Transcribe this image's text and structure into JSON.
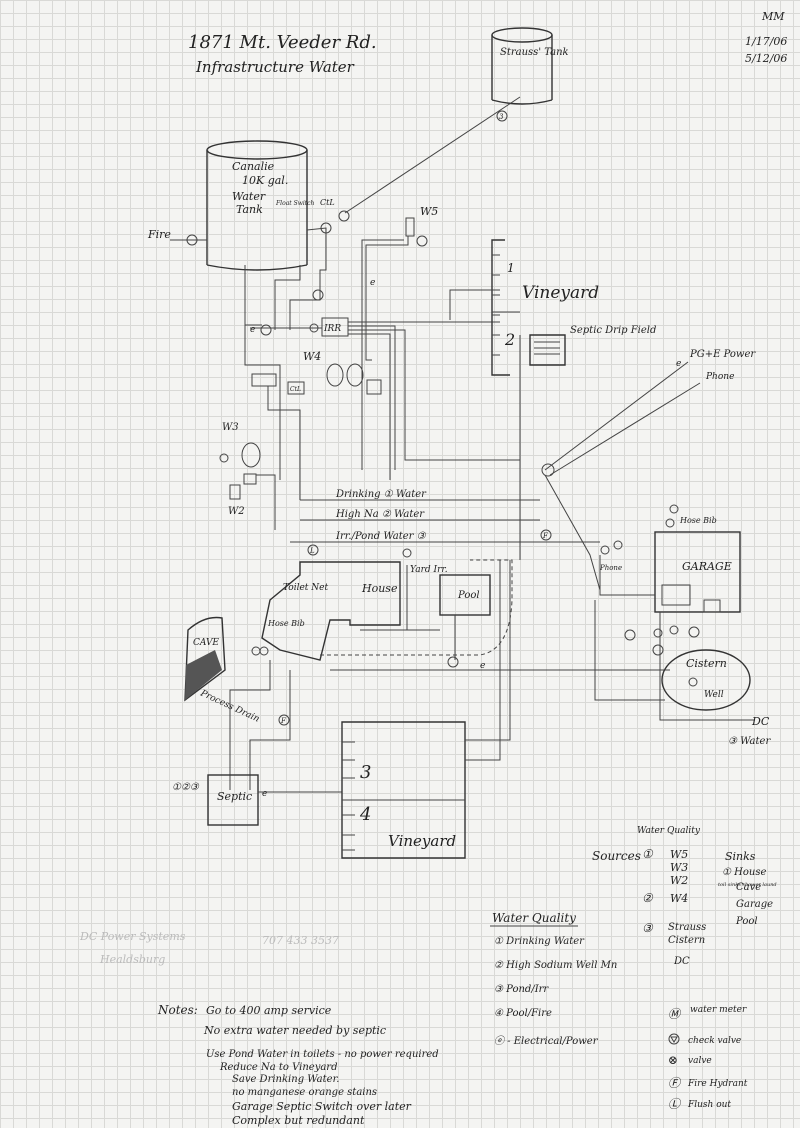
{
  "header": {
    "address": "1871 Mt. Veeder Rd.",
    "subtitle": "Infrastructure Water",
    "initials": "MM",
    "date1": "1/17/06",
    "date2": "5/12/06"
  },
  "tanks": {
    "strauss": "Strauss' Tank",
    "canalie_line1": "Canalie",
    "canalie_line2": "10K gal.",
    "canalie_line3": "Water",
    "canalie_line4": "Tank",
    "float_switch": "Float Switch",
    "fire": "Fire",
    "ctl": "CtL"
  },
  "wells": {
    "w5": "W5",
    "w4": "W4",
    "w3": "W3",
    "w2": "W2",
    "irr": "IRR"
  },
  "field_labels": {
    "vineyard_12": "Vineyard",
    "num1": "1",
    "num2": "2",
    "septic_drip": "Septic Drip Field",
    "pge_power": "PG+E Power",
    "phone": "Phone",
    "drinking": "Drinking ① Water",
    "high_na": "High Na ② Water",
    "irr_pond": "Irr./Pond Water ③",
    "hose_bib_top": "Hose Bib",
    "garage": "GARAGE",
    "phone_small": "Phone",
    "toilet_net": "Toilet Net",
    "house": "House",
    "yard_irr": "Yard Irr.",
    "pool": "Pool",
    "cave": "CAVE",
    "hose_bib": "Hose Bib",
    "process_drain": "Process Drain",
    "cistern": "Cistern",
    "well": "Well",
    "dc": "DC",
    "dc_water": "③ Water",
    "septic": "Septic",
    "septic_codes": "①②③",
    "vineyard_3": "3",
    "vineyard_4": "4",
    "vineyard_34": "Vineyard",
    "e": "e"
  },
  "sources": {
    "title": "Sources",
    "water_quality_hdr": "Water Quality",
    "q1": "①",
    "q1_items": [
      "W5",
      "W3",
      "W2"
    ],
    "q2": "②",
    "q2_items": [
      "W4"
    ],
    "q3": "③",
    "q3_items": [
      "Strauss",
      "Cistern",
      "DC"
    ]
  },
  "sinks": {
    "title": "Sinks",
    "items": [
      "① House",
      "Cave",
      "Garage",
      "Pool"
    ],
    "house_note": "toil sinks shower laund"
  },
  "faint_note": {
    "line1": "DC Power Systems",
    "line2": "Healdsburg",
    "phone": "707 433 3537"
  },
  "legend": {
    "title": "Water Quality",
    "items": [
      "① Drinking Water",
      "② High Sodium Well Mn",
      "③ Pond/Irr",
      "④ Pool/Fire",
      "ⓔ - Electrical/Power"
    ],
    "symbols": [
      {
        "sym": "Ⓜ",
        "label": "water meter"
      },
      {
        "sym": "",
        "label": "check valve"
      },
      {
        "sym": "⊗",
        "label": "valve"
      },
      {
        "sym": "Ⓕ",
        "label": "Fire Hydrant"
      },
      {
        "sym": "Ⓛ",
        "label": "Flush out"
      }
    ]
  },
  "notes": {
    "label": "Notes:",
    "lines": [
      "Go to 400 amp service",
      "No extra water needed by septic",
      "Use Pond Water in toilets - no power required",
      "Reduce Na to Vineyard",
      "Save Drinking Water.",
      "no manganese orange stains",
      "Garage Septic Switch over later",
      "Complex but redundant"
    ]
  }
}
